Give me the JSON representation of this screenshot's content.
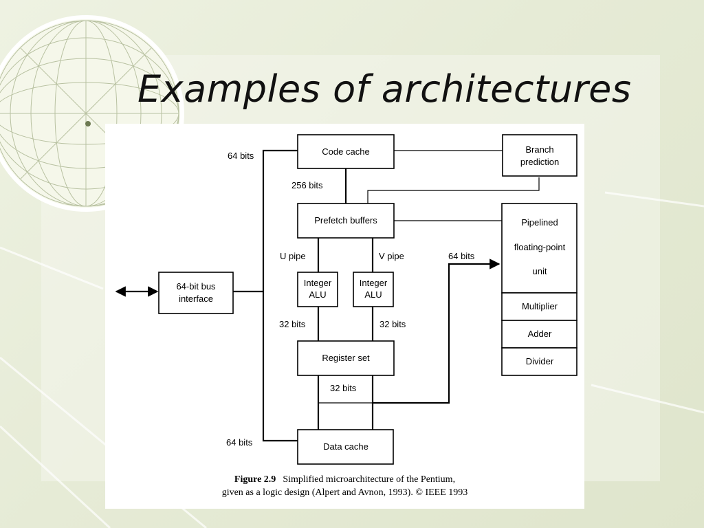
{
  "slide": {
    "title": "Examples of architectures"
  },
  "diagram": {
    "blocks": {
      "code_cache": "Code cache",
      "branch_prediction_1": "Branch",
      "branch_prediction_2": "prediction",
      "prefetch_buffers": "Prefetch buffers",
      "fpu_1": "Pipelined",
      "fpu_2": "floating-point",
      "fpu_3": "unit",
      "multiplier": "Multiplier",
      "adder": "Adder",
      "divider": "Divider",
      "bus_interface_1": "64-bit bus",
      "bus_interface_2": "interface",
      "integer_alu_u_1": "Integer",
      "integer_alu_u_2": "ALU",
      "integer_alu_v_1": "Integer",
      "integer_alu_v_2": "ALU",
      "register_set": "Register set",
      "data_cache": "Data cache"
    },
    "labels": {
      "bits_64_top": "64 bits",
      "bits_256": "256 bits",
      "u_pipe": "U pipe",
      "v_pipe": "V pipe",
      "bits_64_fpu": "64 bits",
      "bits_32_u": "32 bits",
      "bits_32_v": "32 bits",
      "bits_32_reg": "32 bits",
      "bits_64_bottom": "64 bits"
    }
  },
  "caption": {
    "figure_number": "Figure 2.9",
    "line1": "Simplified microarchitecture of the Pentium,",
    "line2": "given as a logic design (Alpert and Avnon, 1993). © IEEE 1993"
  }
}
